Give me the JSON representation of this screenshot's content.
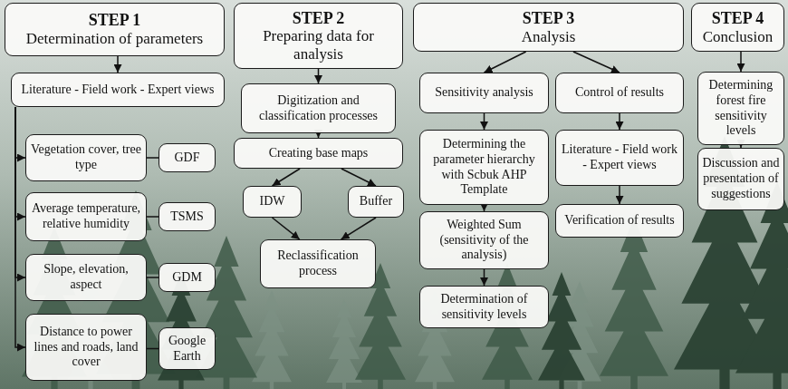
{
  "diagram": {
    "nodes": [
      {
        "text": [
          "STEP 1",
          "Determination of parameters"
        ]
      },
      {
        "text": [
          "Literature - Field work - Expert views"
        ]
      },
      {
        "text": [
          "Vegetation cover, tree type"
        ]
      },
      {
        "text": [
          "GDF"
        ]
      },
      {
        "text": [
          "Average temperature, relative humidity"
        ]
      },
      {
        "text": [
          "TSMS"
        ]
      },
      {
        "text": [
          "Slope, elevation, aspect"
        ]
      },
      {
        "text": [
          "GDM"
        ]
      },
      {
        "text": [
          "Distance to power lines and roads, land cover"
        ]
      },
      {
        "text": [
          "Google Earth"
        ]
      },
      {
        "text": [
          "STEP 2",
          "Preparing data for analysis"
        ]
      },
      {
        "text": [
          "Digitization and classification processes"
        ]
      },
      {
        "text": [
          "Creating base maps"
        ]
      },
      {
        "text": [
          "IDW"
        ]
      },
      {
        "text": [
          "Buffer"
        ]
      },
      {
        "text": [
          "Reclassification process"
        ]
      },
      {
        "text": [
          "STEP 3",
          "Analysis"
        ]
      },
      {
        "text": [
          "Sensitivity analysis"
        ]
      },
      {
        "text": [
          "Control of results"
        ]
      },
      {
        "text": [
          "Determining the parameter hierarchy with Scbuk AHP Template"
        ]
      },
      {
        "text": [
          "Literature - Field work - Expert views"
        ]
      },
      {
        "text": [
          "Weighted Sum (sensitivity of the analysis)"
        ]
      },
      {
        "text": [
          "Verification of results"
        ]
      },
      {
        "text": [
          "Determination of sensitivity levels"
        ]
      },
      {
        "text": [
          "STEP 4",
          "Conclusion"
        ]
      },
      {
        "text": [
          "Determining forest fire sensitivity levels"
        ]
      },
      {
        "text": [
          "Discussion and presentation of suggestions"
        ]
      }
    ],
    "edges": [
      {
        "from": 0,
        "to": 1,
        "arrow": "to"
      },
      {
        "from": 1,
        "to": 2,
        "arrow": "to"
      },
      {
        "from": 1,
        "to": 4,
        "arrow": "to"
      },
      {
        "from": 1,
        "to": 6,
        "arrow": "to"
      },
      {
        "from": 1,
        "to": 8,
        "arrow": "to"
      },
      {
        "from": 2,
        "to": 3,
        "arrow": "none"
      },
      {
        "from": 4,
        "to": 5,
        "arrow": "none"
      },
      {
        "from": 6,
        "to": 7,
        "arrow": "none"
      },
      {
        "from": 8,
        "to": 9,
        "arrow": "none"
      },
      {
        "from": 10,
        "to": 11,
        "arrow": "to"
      },
      {
        "from": 11,
        "to": 12,
        "arrow": "to"
      },
      {
        "from": 12,
        "to": 13,
        "arrow": "to"
      },
      {
        "from": 12,
        "to": 14,
        "arrow": "to"
      },
      {
        "from": 13,
        "to": 15,
        "arrow": "to"
      },
      {
        "from": 14,
        "to": 15,
        "arrow": "to"
      },
      {
        "from": 16,
        "to": 17,
        "arrow": "to"
      },
      {
        "from": 16,
        "to": 18,
        "arrow": "to"
      },
      {
        "from": 17,
        "to": 19,
        "arrow": "to"
      },
      {
        "from": 19,
        "to": 21,
        "arrow": "to"
      },
      {
        "from": 21,
        "to": 23,
        "arrow": "to"
      },
      {
        "from": 18,
        "to": 20,
        "arrow": "to"
      },
      {
        "from": 20,
        "to": 22,
        "arrow": "to"
      },
      {
        "from": 24,
        "to": 25,
        "arrow": "to"
      },
      {
        "from": 25,
        "to": 26,
        "arrow": "to"
      }
    ]
  }
}
